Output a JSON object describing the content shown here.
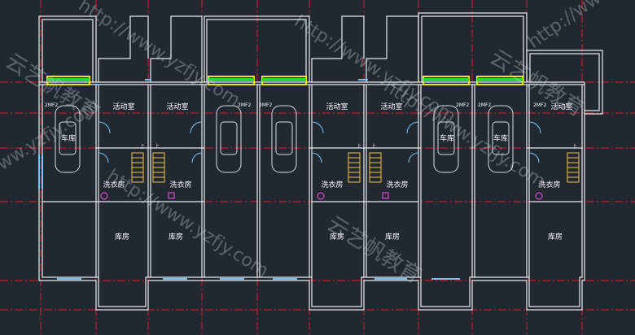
{
  "drawing": {
    "colors": {
      "background": "#212830",
      "wall": "#e9ecef",
      "axis": "#e01c2a",
      "window": "#6ec6ff",
      "yellow_window": "#f2e500",
      "green_window": "#2bd23c",
      "stair": "#f4c542",
      "fixture": "#d34bd3"
    },
    "rooms": {
      "activity_1": "活动室",
      "activity_2": "活动室",
      "activity_3": "活动室",
      "activity_4": "活动室",
      "activity_5": "活动室",
      "garage_1": "车库",
      "garage_2": "车库",
      "garage_3": "车库",
      "laundry_1": "洗衣房",
      "laundry_2": "洗衣房",
      "laundry_3": "洗衣房",
      "laundry_4": "洗衣房",
      "laundry_5": "洗衣房",
      "store_1": "库房",
      "store_2": "库房",
      "store_3": "库房",
      "store_4": "库房",
      "store_5": "库房"
    },
    "stair_up": "上",
    "window_tags": [
      "2MF2",
      "2MF2",
      "2MF2",
      "2MF2",
      "2MF2",
      "2MF2"
    ],
    "watermarks": {
      "url": "http://www.yzfjy.com",
      "brand": "云艺帆教育"
    }
  }
}
